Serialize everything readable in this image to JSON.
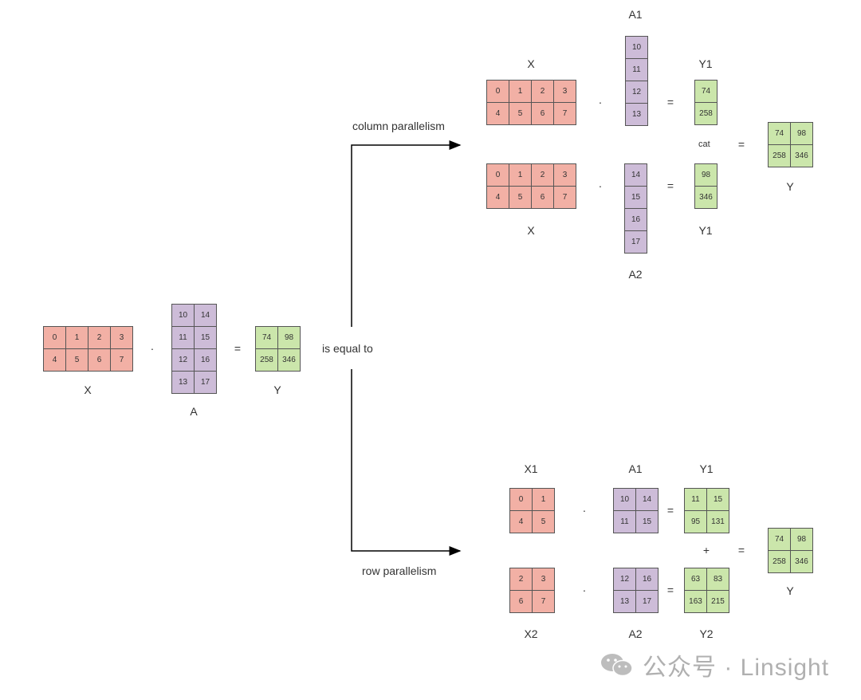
{
  "labels": {
    "main_x": "X",
    "main_a": "A",
    "main_y": "Y",
    "is_equal_to": "is equal to",
    "column_parallelism": "column parallelism",
    "row_parallelism": "row parallelism",
    "col_top_x": "X",
    "col_top_a": "A1",
    "col_top_y": "Y1",
    "col_bot_x": "X",
    "col_bot_a": "A2",
    "col_bot_y": "Y1",
    "col_cat": "cat",
    "col_result_y": "Y",
    "row_top_x": "X1",
    "row_top_a": "A1",
    "row_top_y": "Y1",
    "row_bot_x": "X2",
    "row_bot_a": "A2",
    "row_bot_y": "Y2",
    "row_plus": "+",
    "row_result_y": "Y"
  },
  "operators": {
    "dot": "·",
    "equals": "="
  },
  "matrices": {
    "main_x": [
      [
        "0",
        "1",
        "2",
        "3"
      ],
      [
        "4",
        "5",
        "6",
        "7"
      ]
    ],
    "main_a": [
      [
        "10",
        "14"
      ],
      [
        "11",
        "15"
      ],
      [
        "12",
        "16"
      ],
      [
        "13",
        "17"
      ]
    ],
    "main_y": [
      [
        "74",
        "98"
      ],
      [
        "258",
        "346"
      ]
    ],
    "col_top_x": [
      [
        "0",
        "1",
        "2",
        "3"
      ],
      [
        "4",
        "5",
        "6",
        "7"
      ]
    ],
    "col_top_a": [
      [
        "10"
      ],
      [
        "11"
      ],
      [
        "12"
      ],
      [
        "13"
      ]
    ],
    "col_top_y": [
      [
        "74"
      ],
      [
        "258"
      ]
    ],
    "col_bot_x": [
      [
        "0",
        "1",
        "2",
        "3"
      ],
      [
        "4",
        "5",
        "6",
        "7"
      ]
    ],
    "col_bot_a": [
      [
        "14"
      ],
      [
        "15"
      ],
      [
        "16"
      ],
      [
        "17"
      ]
    ],
    "col_bot_y": [
      [
        "98"
      ],
      [
        "346"
      ]
    ],
    "col_result": [
      [
        "74",
        "98"
      ],
      [
        "258",
        "346"
      ]
    ],
    "row_top_x": [
      [
        "0",
        "1"
      ],
      [
        "4",
        "5"
      ]
    ],
    "row_top_a": [
      [
        "10",
        "14"
      ],
      [
        "11",
        "15"
      ]
    ],
    "row_top_y": [
      [
        "11",
        "15"
      ],
      [
        "95",
        "131"
      ]
    ],
    "row_bot_x": [
      [
        "2",
        "3"
      ],
      [
        "6",
        "7"
      ]
    ],
    "row_bot_a": [
      [
        "12",
        "16"
      ],
      [
        "13",
        "17"
      ]
    ],
    "row_bot_y": [
      [
        "63",
        "83"
      ],
      [
        "163",
        "215"
      ]
    ],
    "row_result": [
      [
        "74",
        "98"
      ],
      [
        "258",
        "346"
      ]
    ]
  },
  "watermark": {
    "text": "公众号 · Linsight",
    "icon": "wechat-icon"
  },
  "colors": {
    "x": "#f2b0a5",
    "a": "#cdbcd8",
    "y": "#cbe6ab",
    "border": "#555555"
  }
}
